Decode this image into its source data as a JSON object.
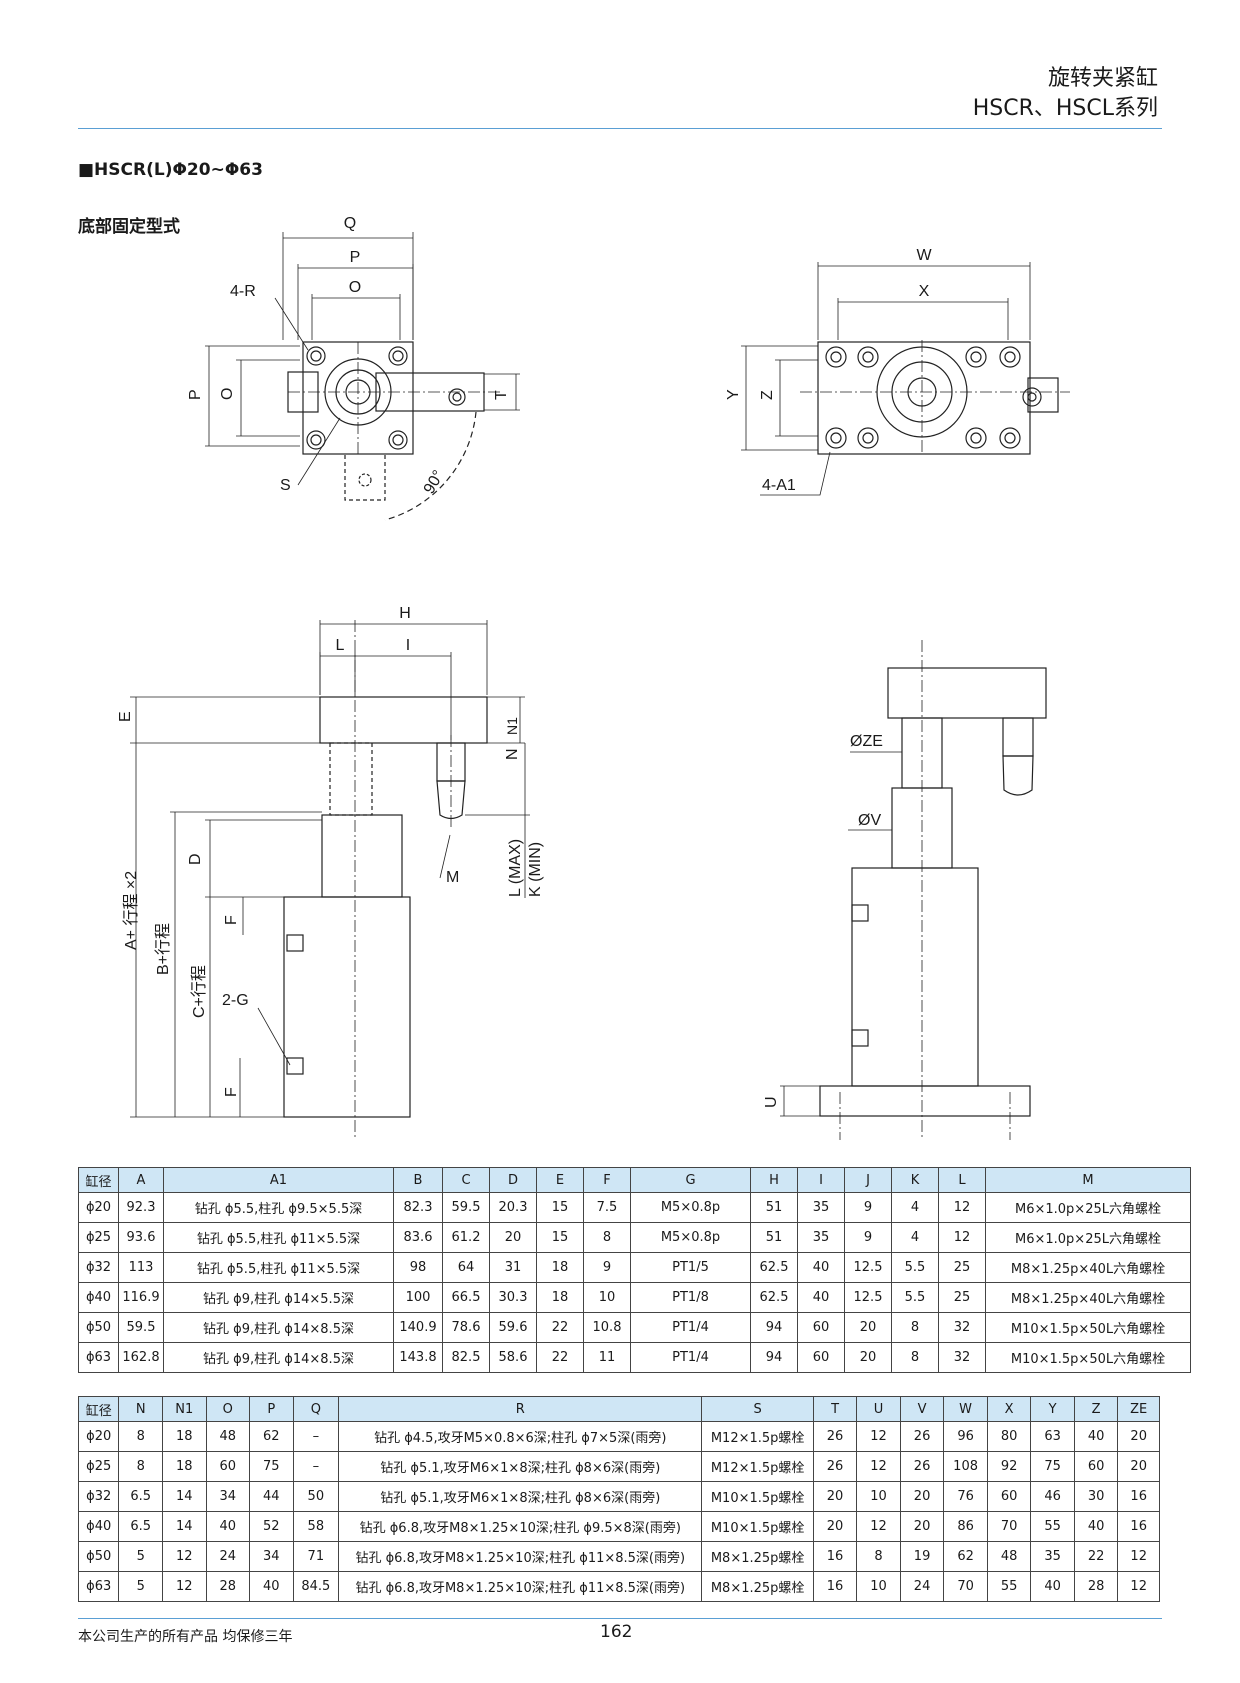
{
  "header": {
    "title_line1": "旋转夹紧缸",
    "title_line2": "HSCR、HSCL系列"
  },
  "section_title": "■HSCR(L)Φ20~Φ63",
  "subsection_title": "底部固定型式",
  "drawing_labels": {
    "Q": "Q",
    "P": "P",
    "O": "O",
    "R4": "4-R",
    "S": "S",
    "T": "T",
    "deg90": "90°",
    "W": "W",
    "X": "X",
    "Y": "Y",
    "Z": "Z",
    "A1": "4-A1",
    "H": "H",
    "L": "L",
    "I": "I",
    "E": "E",
    "N1": "N1",
    "N": "N",
    "D": "D",
    "M": "M",
    "Lmax": "L (MAX)",
    "Kmin": "K (MIN)",
    "F": "F",
    "G2": "2-G",
    "A_stroke": "A+ 行程 ×2",
    "B_stroke": "B+行程",
    "C_stroke": "C+行程",
    "ZE": "ØZE",
    "V": "ØV",
    "U": "U"
  },
  "table1": {
    "headers": [
      "缸径",
      "A",
      "A1",
      "B",
      "C",
      "D",
      "E",
      "F",
      "G",
      "H",
      "I",
      "J",
      "K",
      "L",
      "M"
    ],
    "rows": [
      [
        "ϕ20",
        "92.3",
        "钻孔 ϕ5.5,柱孔 ϕ9.5×5.5深",
        "82.3",
        "59.5",
        "20.3",
        "15",
        "7.5",
        "M5×0.8p",
        "51",
        "35",
        "9",
        "4",
        "12",
        "M6×1.0p×25L六角螺栓"
      ],
      [
        "ϕ25",
        "93.6",
        "钻孔 ϕ5.5,柱孔 ϕ11×5.5深",
        "83.6",
        "61.2",
        "20",
        "15",
        "8",
        "M5×0.8p",
        "51",
        "35",
        "9",
        "4",
        "12",
        "M6×1.0p×25L六角螺栓"
      ],
      [
        "ϕ32",
        "113",
        "钻孔 ϕ5.5,柱孔 ϕ11×5.5深",
        "98",
        "64",
        "31",
        "18",
        "9",
        "PT1/5",
        "62.5",
        "40",
        "12.5",
        "5.5",
        "25",
        "M8×1.25p×40L六角螺栓"
      ],
      [
        "ϕ40",
        "116.9",
        "钻孔 ϕ9,柱孔 ϕ14×5.5深",
        "100",
        "66.5",
        "30.3",
        "18",
        "10",
        "PT1/8",
        "62.5",
        "40",
        "12.5",
        "5.5",
        "25",
        "M8×1.25p×40L六角螺栓"
      ],
      [
        "ϕ50",
        "59.5",
        "钻孔 ϕ9,柱孔 ϕ14×8.5深",
        "140.9",
        "78.6",
        "59.6",
        "22",
        "10.8",
        "PT1/4",
        "94",
        "60",
        "20",
        "8",
        "32",
        "M10×1.5p×50L六角螺栓"
      ],
      [
        "ϕ63",
        "162.8",
        "钻孔 ϕ9,柱孔 ϕ14×8.5深",
        "143.8",
        "82.5",
        "58.6",
        "22",
        "11",
        "PT1/4",
        "94",
        "60",
        "20",
        "8",
        "32",
        "M10×1.5p×50L六角螺栓"
      ]
    ]
  },
  "table2": {
    "headers": [
      "缸径",
      "N",
      "N1",
      "O",
      "P",
      "Q",
      "R",
      "S",
      "T",
      "U",
      "V",
      "W",
      "X",
      "Y",
      "Z",
      "ZE"
    ],
    "rows": [
      [
        "ϕ20",
        "8",
        "18",
        "48",
        "62",
        "–",
        "钻孔 ϕ4.5,攻牙M5×0.8×6深;柱孔 ϕ7×5深(雨旁)",
        "M12×1.5p螺栓",
        "26",
        "12",
        "26",
        "96",
        "80",
        "63",
        "40",
        "20"
      ],
      [
        "ϕ25",
        "8",
        "18",
        "60",
        "75",
        "–",
        "钻孔 ϕ5.1,攻牙M6×1×8深;柱孔 ϕ8×6深(雨旁)",
        "M12×1.5p螺栓",
        "26",
        "12",
        "26",
        "108",
        "92",
        "75",
        "60",
        "20"
      ],
      [
        "ϕ32",
        "6.5",
        "14",
        "34",
        "44",
        "50",
        "钻孔 ϕ5.1,攻牙M6×1×8深;柱孔 ϕ8×6深(雨旁)",
        "M10×1.5p螺栓",
        "20",
        "10",
        "20",
        "76",
        "60",
        "46",
        "30",
        "16"
      ],
      [
        "ϕ40",
        "6.5",
        "14",
        "40",
        "52",
        "58",
        "钻孔 ϕ6.8,攻牙M8×1.25×10深;柱孔 ϕ9.5×8深(雨旁)",
        "M10×1.5p螺栓",
        "20",
        "12",
        "20",
        "86",
        "70",
        "55",
        "40",
        "16"
      ],
      [
        "ϕ50",
        "5",
        "12",
        "24",
        "34",
        "71",
        "钻孔 ϕ6.8,攻牙M8×1.25×10深;柱孔 ϕ11×8.5深(雨旁)",
        "M8×1.25p螺栓",
        "16",
        "8",
        "19",
        "62",
        "48",
        "35",
        "22",
        "12"
      ],
      [
        "ϕ63",
        "5",
        "12",
        "28",
        "40",
        "84.5",
        "钻孔 ϕ6.8,攻牙M8×1.25×10深;柱孔 ϕ11×8.5深(雨旁)",
        "M8×1.25p螺栓",
        "16",
        "10",
        "24",
        "70",
        "55",
        "40",
        "28",
        "12"
      ]
    ]
  },
  "footer": {
    "warranty": "本公司生产的所有产品 均保修三年",
    "page_number": "162"
  }
}
